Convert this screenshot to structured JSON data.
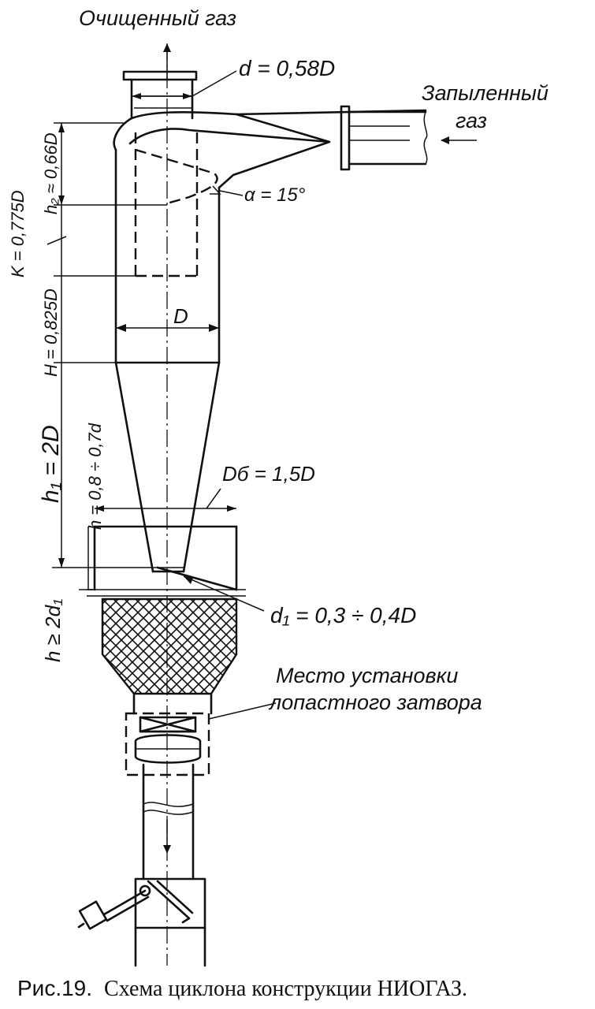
{
  "labels": {
    "clean_gas": "Очищенный газ",
    "dusty_gas_1": "Запыленный",
    "dusty_gas_2": "газ",
    "d_outlet": "d = 0,58D",
    "alpha": "α = 15°",
    "diameter": "D",
    "h2": "h₂ ≈ 0,66D",
    "k": "K = 0,775D",
    "h_cyl": "H = 0,825D",
    "h1": "h₁ = 2D",
    "h_gap": "h = 0,8 ÷ 0,7d",
    "d_bunker": "Dб = 1,5D",
    "d1": "d₁ = 0,3 ÷ 0,4D",
    "h_min": "h ≥ 2d₁",
    "valve_1": "Место установки",
    "valve_2": "лопастного затвора"
  },
  "caption": {
    "prefix": "Рис.19.",
    "text": "Схема циклона конструкции НИОГАЗ."
  }
}
